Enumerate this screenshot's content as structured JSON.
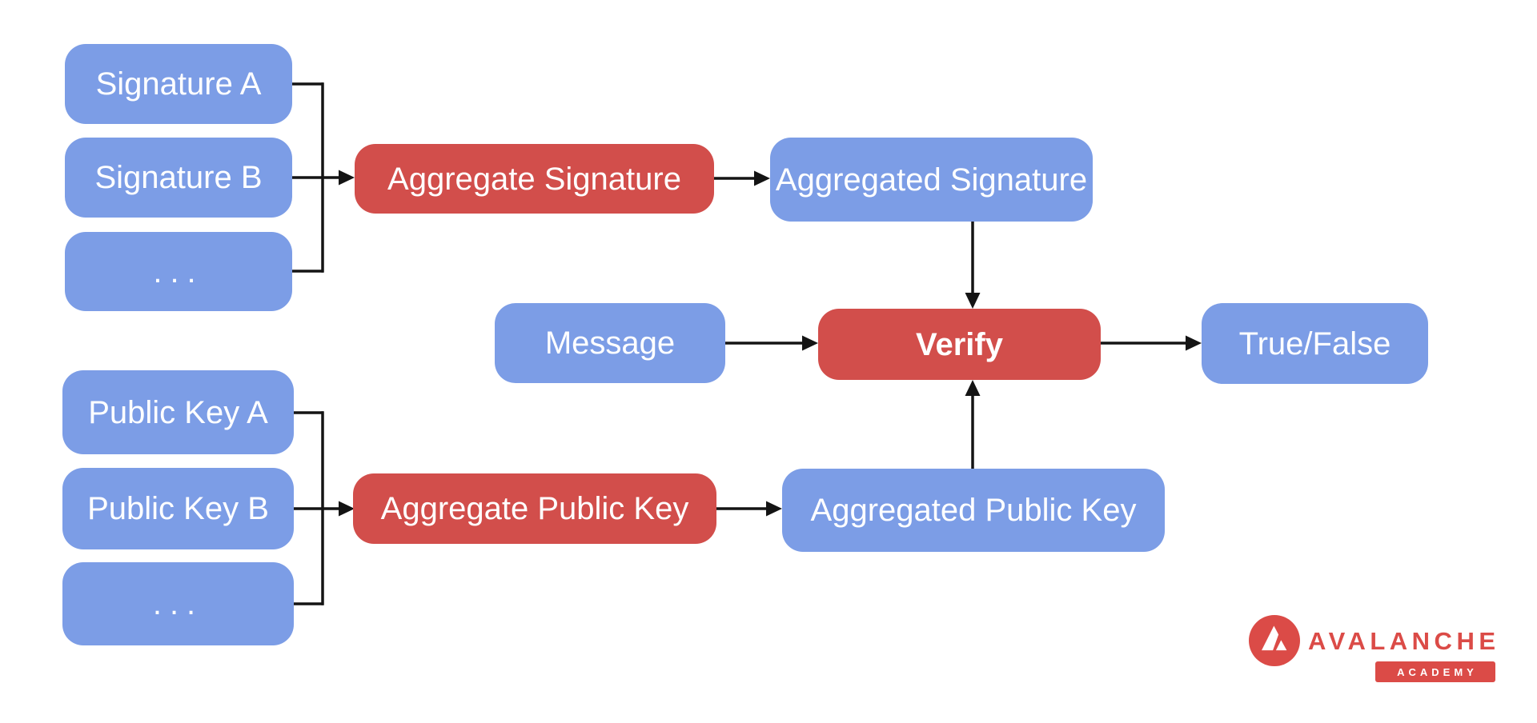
{
  "page": {
    "background": "#FFFFFF"
  },
  "colors": {
    "page_bg": "#FFFFFF",
    "node_blue": "#7C9DE6",
    "node_red": "#D24E4B",
    "arrow_black": "#141414",
    "label_white": "#FFFFFF",
    "logo_red": "#DB4B47"
  },
  "diagram": {
    "signature_inputs": {
      "a": "Signature A",
      "b": "Signature B",
      "more": "..."
    },
    "aggregate_signature": "Aggregate Signature",
    "aggregated_signature": "Aggregated Signature",
    "message": "Message",
    "verify": "Verify",
    "result": "True/False",
    "public_key_inputs": {
      "a": "Public Key A",
      "b": "Public Key B",
      "more": "..."
    },
    "aggregate_public_key": "Aggregate Public Key",
    "aggregated_public_key": "Aggregated Public Key"
  },
  "logo": {
    "brand": "AVALANCHE",
    "badge": "ACADEMY"
  }
}
